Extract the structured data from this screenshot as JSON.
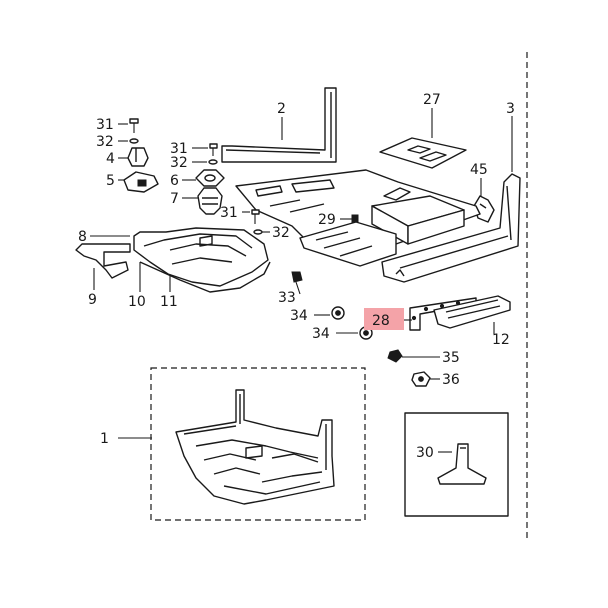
{
  "labels": {
    "l1": "1",
    "l2": "2",
    "l3": "3",
    "l4": "4",
    "l5": "5",
    "l6": "6",
    "l7": "7",
    "l8": "8",
    "l9": "9",
    "l10": "10",
    "l11": "11",
    "l12": "12",
    "l27": "27",
    "l28": "28",
    "l29": "29",
    "l30": "30",
    "l31a": "31",
    "l31b": "31",
    "l31c": "31",
    "l32a": "32",
    "l32b": "32",
    "l32c": "32",
    "l33": "33",
    "l34a": "34",
    "l34b": "34",
    "l35": "35",
    "l36": "36",
    "l45": "45"
  },
  "colors": {
    "highlight": "#f4a3a8",
    "ink": "#1a1a1a"
  }
}
